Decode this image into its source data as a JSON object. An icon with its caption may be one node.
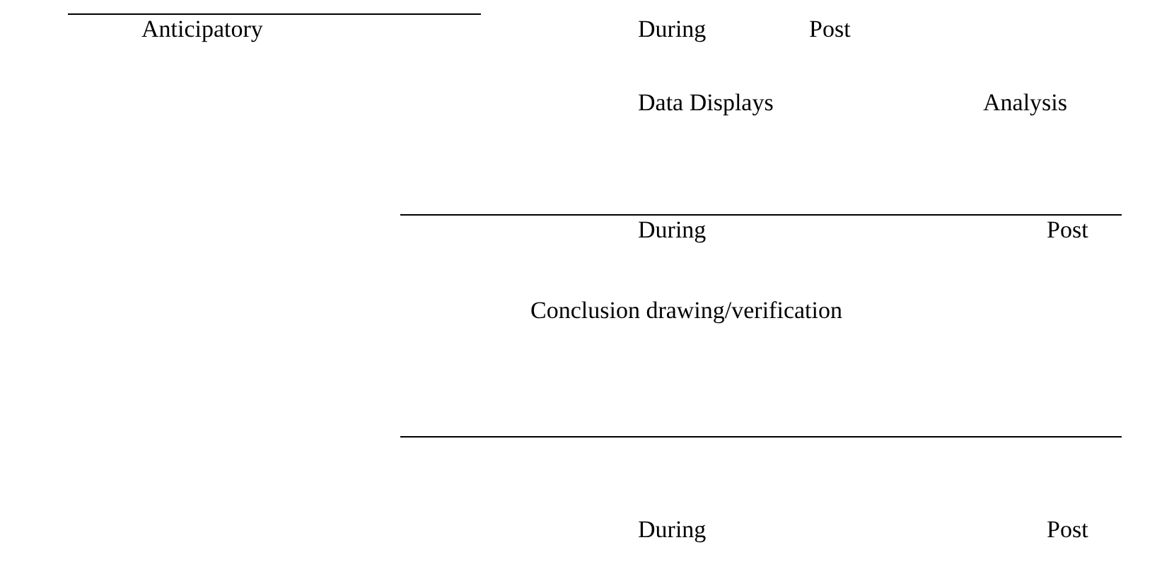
{
  "diagram": {
    "labels": [
      "Anticipatory",
      "During",
      "Post",
      "Data Displays",
      "Analysis",
      "During",
      "Post",
      "Conclusion drawing/verification",
      "During",
      "Post"
    ]
  }
}
